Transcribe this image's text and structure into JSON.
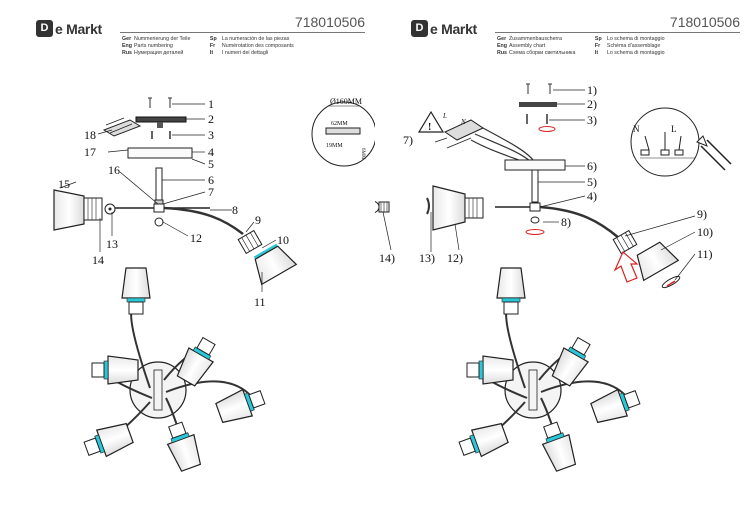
{
  "brand": {
    "mark": "D",
    "text": "e Markt"
  },
  "left_page": {
    "article": "718010506",
    "legend": [
      {
        "code": "Ger",
        "text": "Nummerierung der Teile"
      },
      {
        "code": "Eng",
        "text": "Parts numbering"
      },
      {
        "code": "Rus",
        "text": "Нумерация деталей"
      },
      {
        "code": "Sp",
        "text": "La numeración de las piezas"
      },
      {
        "code": "Fr",
        "text": "Numérotation des composants"
      },
      {
        "code": "It",
        "text": "I numeri dei dettagli"
      }
    ],
    "callouts": [
      "1",
      "2",
      "3",
      "4",
      "5",
      "6",
      "7",
      "8",
      "9",
      "10",
      "11",
      "12",
      "13",
      "14",
      "15",
      "16",
      "17",
      "18"
    ],
    "dimensions": {
      "diameter": "Ø160MM",
      "width": "62MM",
      "depth": "19MM",
      "height": "6MM"
    }
  },
  "right_page": {
    "article": "718010506",
    "legend": [
      {
        "code": "Ger",
        "text": "Zusammenbauscherra"
      },
      {
        "code": "Eng",
        "text": "Assembly chart"
      },
      {
        "code": "Rus",
        "text": "Схема сборки светильника"
      },
      {
        "code": "Sp",
        "text": "Lo schema di montaggio"
      },
      {
        "code": "Fr",
        "text": "Schéma d'assemblage"
      },
      {
        "code": "It",
        "text": "Lo schema di montaggio"
      }
    ],
    "callouts": [
      "1)",
      "2)",
      "3)",
      "4)",
      "5)",
      "6)",
      "7)",
      "8)",
      "9)",
      "10)",
      "11)",
      "12)",
      "13)",
      "14)"
    ],
    "wire_labels": {
      "n": "N",
      "l": "L"
    }
  }
}
